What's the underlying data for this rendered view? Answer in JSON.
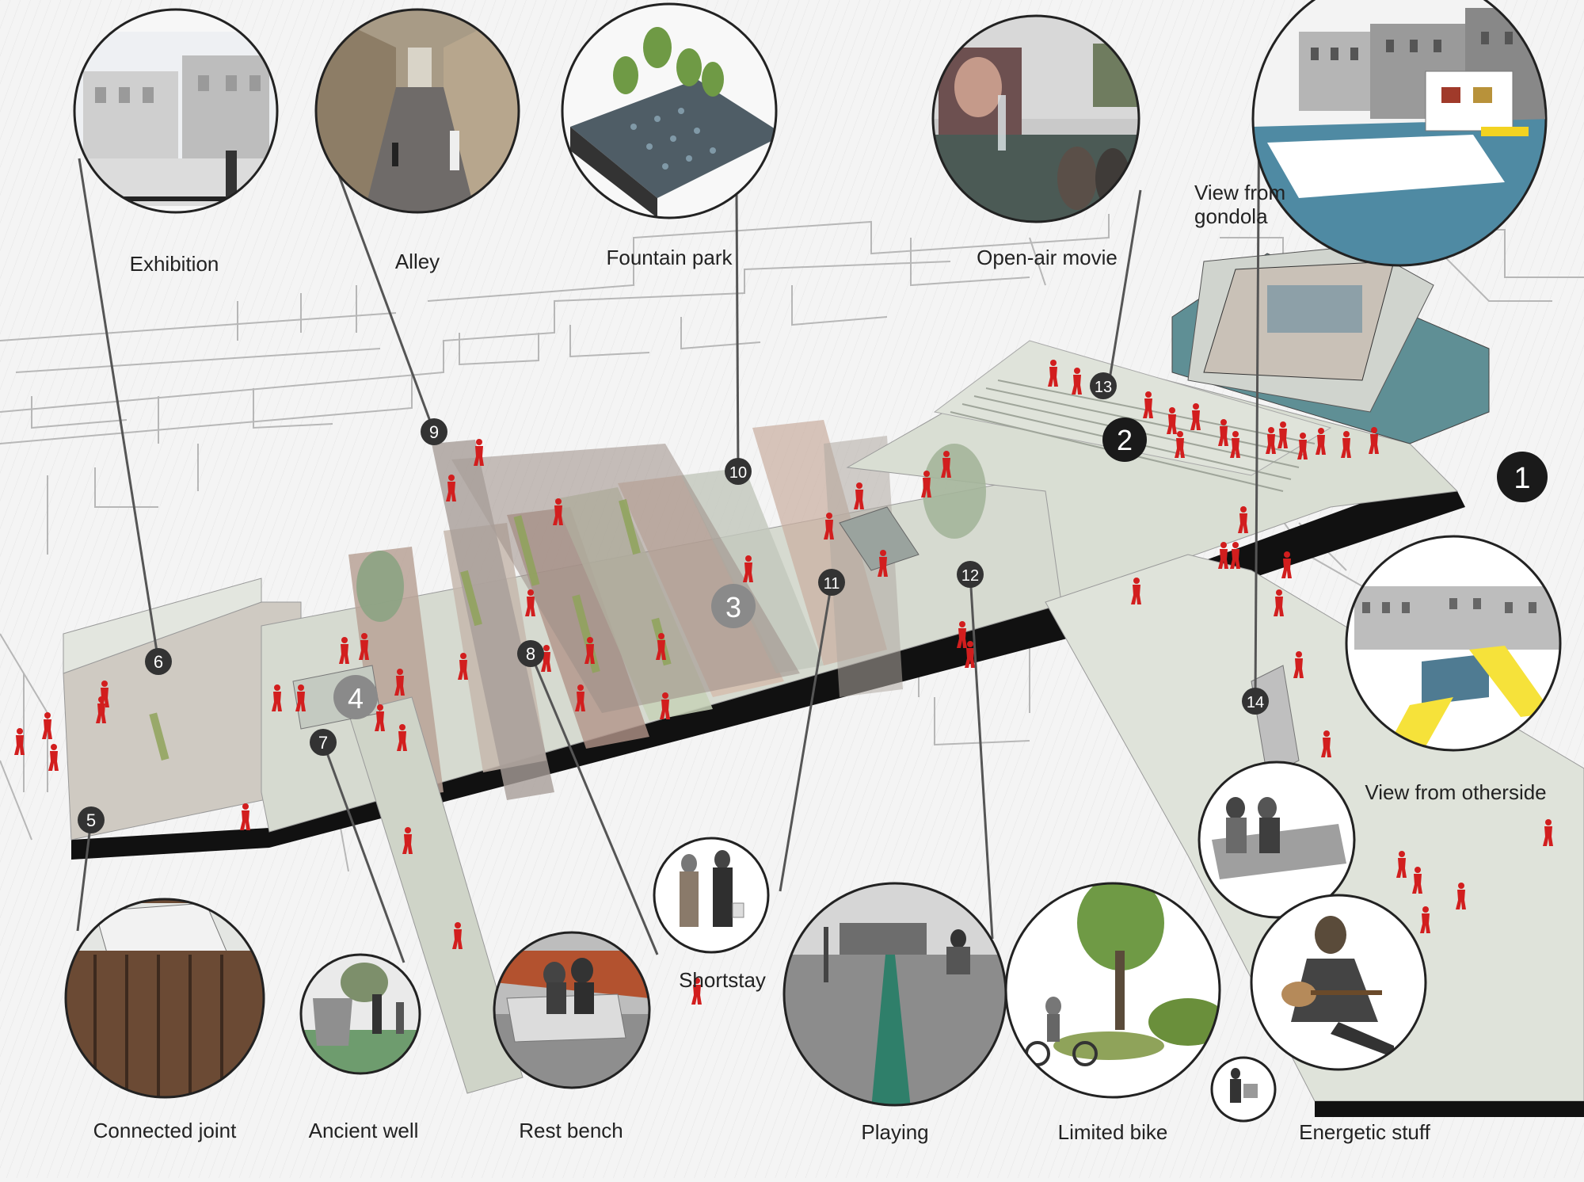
{
  "diagram": {
    "labels": {
      "exhibition": "Exhibition",
      "alley": "Alley",
      "fountain_park": "Fountain park",
      "open_air_movie": "Open-air movie",
      "view_from_gondola": "View from\ngondola",
      "view_from_otherside": "View from otherside",
      "shortstay": "Shortstay",
      "connected_joint": "Connected joint",
      "ancient_well": "Ancient well",
      "rest_bench": "Rest bench",
      "playing": "Playing",
      "limited_bike": "Limited bike",
      "energetic_stuff": "Energetic stuff"
    },
    "markers": [
      "1",
      "2",
      "3",
      "4",
      "5",
      "6",
      "7",
      "8",
      "9",
      "10",
      "11",
      "12",
      "13",
      "14"
    ],
    "colors": {
      "people": "#d21e1e",
      "marker_dark": "#333333",
      "marker_grey": "#8a8a8a",
      "plaza": "#d9ded3",
      "strip_brown": "#b9a296",
      "strip_green": "#c7d1b7",
      "grass": "#8fa35a",
      "water": "#5f8f95",
      "slab_edge": "#111111",
      "context_lines": "#9a9a9a"
    }
  }
}
